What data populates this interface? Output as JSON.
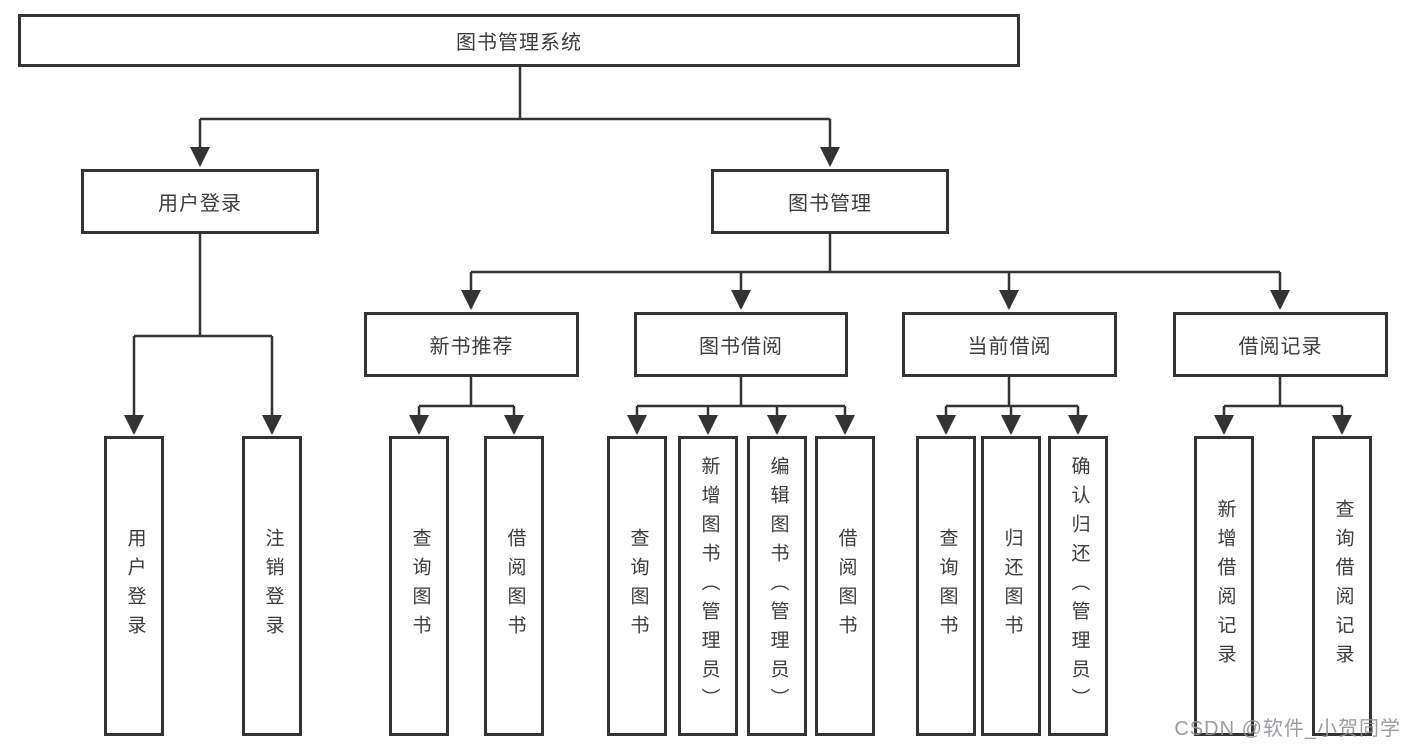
{
  "colors": {
    "line": "#333333",
    "text": "#3c3c3c",
    "background": "#ffffff",
    "watermark": "#96969b"
  },
  "diagram": {
    "root": {
      "label": "图书管理系统"
    },
    "user_login": {
      "label": "用户登录",
      "children": [
        {
          "label": "用户登录"
        },
        {
          "label": "注销登录"
        }
      ]
    },
    "book_management": {
      "label": "图书管理",
      "sections": [
        {
          "label": "新书推荐",
          "children": [
            {
              "label": "查询图书"
            },
            {
              "label": "借阅图书"
            }
          ]
        },
        {
          "label": "图书借阅",
          "children": [
            {
              "label": "查询图书"
            },
            {
              "label": "新增图书（管理员）"
            },
            {
              "label": "编辑图书（管理员）"
            },
            {
              "label": "借阅图书"
            }
          ]
        },
        {
          "label": "当前借阅",
          "children": [
            {
              "label": "查询图书"
            },
            {
              "label": "归还图书"
            },
            {
              "label": "确认归还（管理员）"
            }
          ]
        },
        {
          "label": "借阅记录",
          "children": [
            {
              "label": "新增借阅记录"
            },
            {
              "label": "查询借阅记录"
            }
          ]
        }
      ]
    }
  },
  "watermark": {
    "label": "CSDN @软件_小贺同学"
  }
}
